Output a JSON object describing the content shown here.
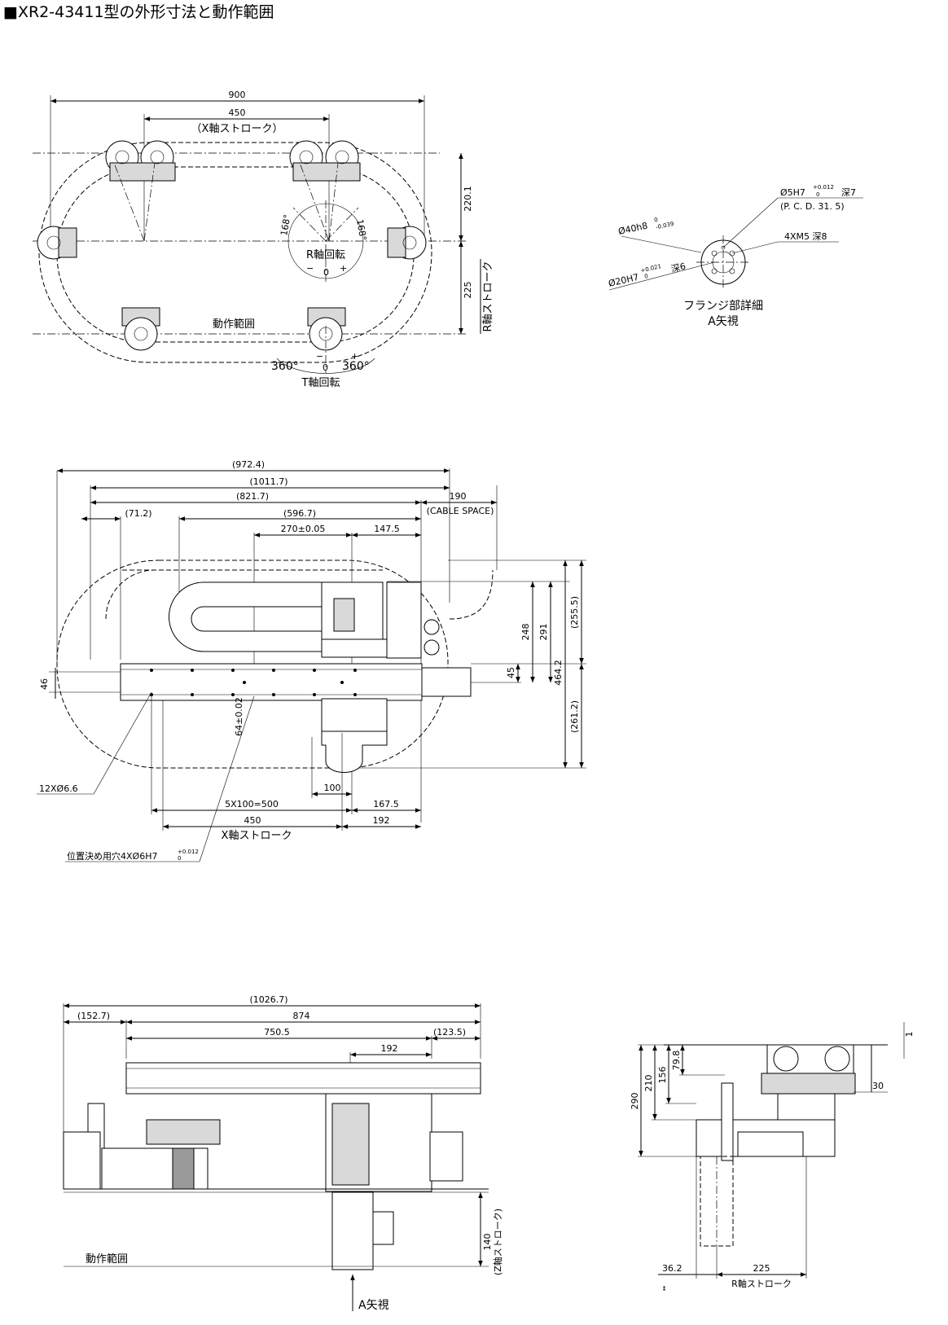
{
  "title": "■XR2-43411型の外形寸法と動作範囲",
  "top_view": {
    "dims": {
      "d900": "900",
      "d450": "450",
      "x_stroke_paren": "（X軸ストローク）",
      "d220_1": "220.1",
      "d225": "225",
      "r_stroke_vertical": "R軸ストローク",
      "deg168_left": "168°",
      "deg168_right": "168°",
      "r_rotation": "R軸回転",
      "minus_r": "−",
      "zero_r": "0",
      "plus_r": "+",
      "work_range": "動作範囲",
      "deg360_left": "360°",
      "deg360_right": "360°",
      "minus_t": "−",
      "zero_t": "0",
      "plus_t": "+",
      "t_rotation": "T軸回転"
    }
  },
  "flange": {
    "d5h7": "Ø5H7",
    "d5h7_tol_upper": "+0.012",
    "d5h7_tol_lower": "0",
    "d5h7_depth": "深7",
    "pcd": "(P. C. D. 31. 5)",
    "m5": "4XM5 深8",
    "d40": "Ø40h8",
    "d40_tol_upper": "0",
    "d40_tol_lower": "-0.039",
    "d20": "Ø20H7",
    "d20_tol_upper": "+0.021",
    "d20_tol_lower": "0",
    "d20_depth": "深6",
    "caption1": "フランジ部詳細",
    "caption2": "A矢視"
  },
  "side_view": {
    "dims": {
      "d972_4": "(972.4)",
      "d1011_7": "(1011.7)",
      "d821_7": "(821.7)",
      "d190": "190",
      "cable_space": "(CABLE SPACE)",
      "d71_2": "(71.2)",
      "d596_7": "(596.7)",
      "d270": "270±0.05",
      "d147_5": "147.5",
      "d46": "46",
      "d64": "64±0.02",
      "d45": "45",
      "d248": "248",
      "d291": "291",
      "d464_2": "464.2",
      "d255_5": "(255.5)",
      "d261_2": "(261.2)",
      "holes12": "12XØ6.6",
      "d100": "100",
      "d5x100": "5X100=500",
      "d167_5": "167.5",
      "d450": "450",
      "d192": "192",
      "x_stroke": "X軸ストローク",
      "positioning_holes": "位置決め用穴4XØ6H7",
      "positioning_tol_upper": "+0.012",
      "positioning_tol_lower": "0"
    }
  },
  "front_view": {
    "dims": {
      "d1026_7": "(1026.7)",
      "d152_7": "(152.7)",
      "d874": "874",
      "d750_5": "750.5",
      "d123_5": "(123.5)",
      "d192": "192",
      "d140": "140",
      "z_stroke": "(Z軸ストローク)",
      "work_range": "動作範囲",
      "view_a": "A矢視"
    }
  },
  "right_view": {
    "dims": {
      "d1": "1",
      "d290": "290",
      "d210": "210",
      "d156": "156",
      "d79_8": "79.8",
      "d30": "30",
      "d36_2": "36.2",
      "d225": "225",
      "r_stroke": "R軸ストローク"
    }
  }
}
